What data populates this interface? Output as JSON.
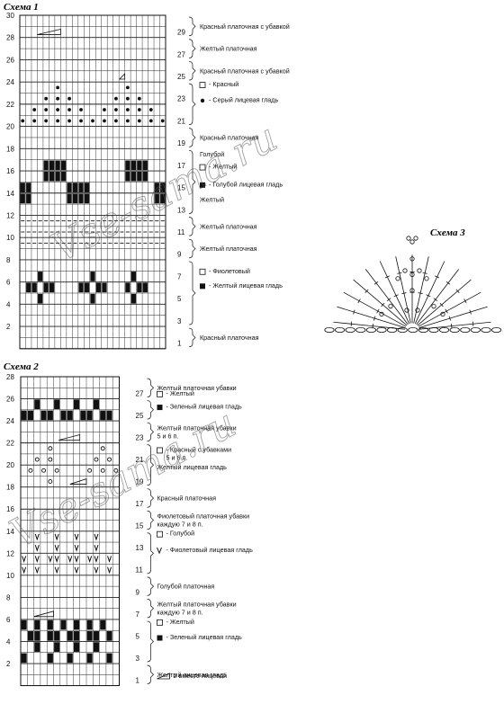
{
  "watermark": "Vse-sama.ru",
  "scheme1": {
    "title": "Схема 1",
    "cols": 25,
    "rows": 30,
    "left_numbers": [
      "30",
      "28",
      "26",
      "24",
      "22",
      "20",
      "18",
      "16",
      "14",
      "12",
      "10",
      "8",
      "6",
      "4",
      "2"
    ],
    "right_numbers": [
      "29",
      "27",
      "25",
      "23",
      "21",
      "19",
      "17",
      "15",
      "13",
      "11",
      "9",
      "7",
      "5",
      "3",
      "1"
    ],
    "notes": [
      {
        "rows": [
          29,
          30
        ],
        "text": "Красный платочная с убавкой",
        "sym": ""
      },
      {
        "rows": [
          27,
          28
        ],
        "text": "Желтый платочная",
        "sym": ""
      },
      {
        "rows": [
          25,
          26
        ],
        "text": "Красный платочная с убавкой",
        "sym": ""
      },
      {
        "rows": [
          21,
          24
        ],
        "text": "",
        "sym": ""
      },
      {
        "rows": [
          19,
          20
        ],
        "text": "Красный платочная",
        "sym": ""
      },
      {
        "rows": [
          13,
          18
        ],
        "text": "",
        "sym": ""
      },
      {
        "rows": [
          11,
          12
        ],
        "text": "Желтый платочная",
        "sym": ""
      },
      {
        "rows": [
          9,
          10
        ],
        "text": "Желтый платочная",
        "sym": ""
      },
      {
        "rows": [
          3,
          8
        ],
        "text": "",
        "sym": ""
      },
      {
        "rows": [
          1,
          2
        ],
        "text": "Красный платочная",
        "sym": ""
      }
    ],
    "legend": [
      {
        "row": 23.6,
        "sym": "empty",
        "text": "- Красный"
      },
      {
        "row": 22.2,
        "sym": "dot",
        "text": "- Серый лицевая гладь"
      },
      {
        "row": 17.3,
        "sym": "none",
        "text": "Голубой"
      },
      {
        "row": 16.2,
        "sym": "empty",
        "text": "- Желтый"
      },
      {
        "row": 14.6,
        "sym": "filled",
        "text": "- Голубой лицевая гладь"
      },
      {
        "row": 13.2,
        "sym": "none",
        "text": "Желтый"
      },
      {
        "row": 6.8,
        "sym": "empty",
        "text": "- Фиолетовый"
      },
      {
        "row": 5.5,
        "sym": "filled",
        "text": "- Желтый лицевая гладь"
      }
    ]
  },
  "scheme2": {
    "title": "Схема 2",
    "cols": 15,
    "rows": 28,
    "left_numbers": [
      "28",
      "26",
      "24",
      "22",
      "20",
      "18",
      "16",
      "14",
      "12",
      "10",
      "8",
      "6",
      "4",
      "2"
    ],
    "right_numbers": [
      "27",
      "25",
      "23",
      "21",
      "19",
      "17",
      "15",
      "13",
      "11",
      "9",
      "7",
      "5",
      "3",
      "1"
    ],
    "notes": [
      {
        "rows": [
          27,
          28
        ],
        "lines": [
          "Желтый платочная убавки"
        ]
      },
      {
        "rows": [
          25,
          26
        ],
        "lines": []
      },
      {
        "rows": [
          23,
          24
        ],
        "lines": [
          "Желтый платочная убавки",
          "5 и 6 п."
        ]
      },
      {
        "rows": [
          19,
          22
        ],
        "lines": []
      },
      {
        "rows": [
          17,
          18
        ],
        "lines": [
          "Красный платочная"
        ]
      },
      {
        "rows": [
          15,
          16
        ],
        "lines": [
          "Фиолетовый платочная убавки",
          "каждую 7 и 8 п."
        ]
      },
      {
        "rows": [
          11,
          14
        ],
        "lines": []
      },
      {
        "rows": [
          9,
          10
        ],
        "lines": [
          "Голубой платочная"
        ]
      },
      {
        "rows": [
          7,
          8
        ],
        "lines": [
          "Желтый платочная убавки",
          "каждую 7 и 8 п."
        ]
      },
      {
        "rows": [
          3,
          6
        ],
        "lines": []
      },
      {
        "rows": [
          1,
          2
        ],
        "lines": [
          "Желтый лицевая гладь"
        ]
      }
    ],
    "legend": [
      {
        "row": 26.3,
        "sym": "empty",
        "lines": [
          "- Желтый"
        ]
      },
      {
        "row": 25.1,
        "sym": "filled",
        "lines": [
          "- Зеленый лицевая гладь"
        ]
      },
      {
        "row": 21.2,
        "sym": "empty",
        "lines": [
          "- Красный с убавками",
          "5 и 6 п."
        ]
      },
      {
        "row": 19.6,
        "sym": "none",
        "lines": [
          "Желтый лицевая гладь"
        ]
      },
      {
        "row": 13.6,
        "sym": "empty",
        "lines": [
          "- Голубой"
        ]
      },
      {
        "row": 12.1,
        "sym": "v",
        "lines": [
          "- Фиолетовый лицевая гладь"
        ]
      },
      {
        "row": 5.6,
        "sym": "empty",
        "lines": [
          "- Желтый"
        ]
      },
      {
        "row": 4.2,
        "sym": "filled",
        "lines": [
          "- Зеленый лицевая гладь"
        ]
      },
      {
        "row": 0.7,
        "sym": "tri",
        "lines": [
          "2 вместе лицевой"
        ]
      }
    ]
  },
  "scheme3": {
    "title": "Схема 3"
  },
  "colors": {
    "ink": "#111111",
    "grid": "#222222",
    "watermark": "#555555"
  }
}
